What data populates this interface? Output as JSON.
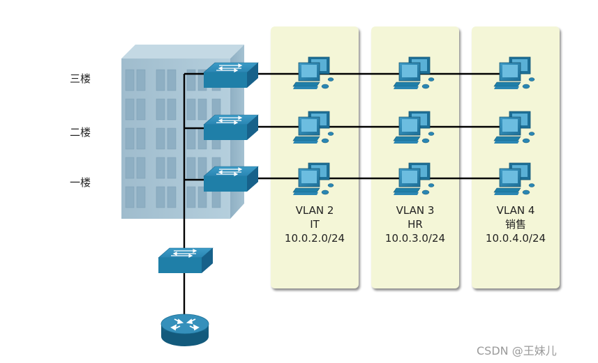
{
  "floors": [
    {
      "label": "三楼"
    },
    {
      "label": "二楼"
    },
    {
      "label": "一楼"
    }
  ],
  "vlans": [
    {
      "name": "VLAN 2",
      "dept": "IT",
      "subnet": "10.0.2.0/24"
    },
    {
      "name": "VLAN 3",
      "dept": "HR",
      "subnet": "10.0.3.0/24"
    },
    {
      "name": "VLAN 4",
      "dept": "销售",
      "subnet": "10.0.4.0/24"
    }
  ],
  "watermark": "CSDN @王妹儿",
  "colors": {
    "building": "#a7c3d4",
    "switch": "#1f7fa8",
    "router": "#1b6f95",
    "panel": "#f4f6d7",
    "cable": "#000000"
  }
}
